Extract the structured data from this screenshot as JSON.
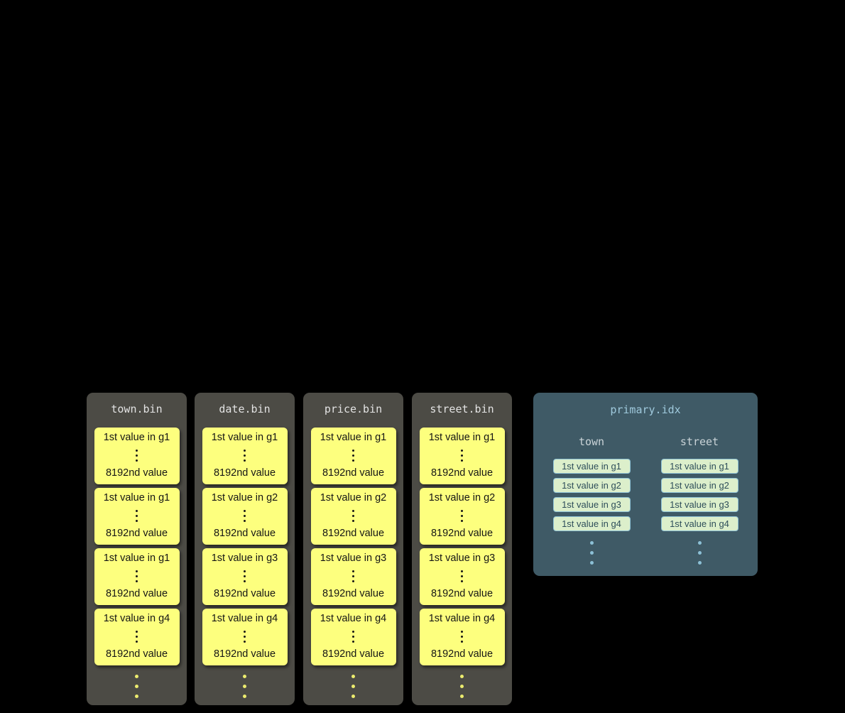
{
  "colors": {
    "page-bg": "#000000",
    "bin-bg": "#4c4b45",
    "bin-title": "#e3e3e3",
    "granule-bg": "#fdff7e",
    "granule-text": "#151515",
    "idx-bg": "#3f5a66",
    "idx-title": "#9fc9dc",
    "idx-col-title": "#c9d3d7",
    "chip-bg": "#dcefcb",
    "chip-border": "#8fc2d6",
    "chip-text": "#2e4e5a",
    "dot-yellow": "#ebeb6e",
    "dot-blue": "#8cc0d6"
  },
  "bins": [
    {
      "title": "town.bin",
      "granules": [
        {
          "first": "1st value in g1",
          "last": "8192nd value"
        },
        {
          "first": "1st value in g1",
          "last": "8192nd value"
        },
        {
          "first": "1st value in g1",
          "last": "8192nd value"
        },
        {
          "first": "1st value in g4",
          "last": "8192nd value"
        }
      ]
    },
    {
      "title": "date.bin",
      "granules": [
        {
          "first": "1st value in g1",
          "last": "8192nd value"
        },
        {
          "first": "1st value in g2",
          "last": "8192nd value"
        },
        {
          "first": "1st value in g3",
          "last": "8192nd value"
        },
        {
          "first": "1st value in g4",
          "last": "8192nd value"
        }
      ]
    },
    {
      "title": "price.bin",
      "granules": [
        {
          "first": "1st value in g1",
          "last": "8192nd value"
        },
        {
          "first": "1st value in g2",
          "last": "8192nd value"
        },
        {
          "first": "1st value in g3",
          "last": "8192nd value"
        },
        {
          "first": "1st value in g4",
          "last": "8192nd value"
        }
      ]
    },
    {
      "title": "street.bin",
      "granules": [
        {
          "first": "1st value in g1",
          "last": "8192nd value"
        },
        {
          "first": "1st value in g2",
          "last": "8192nd value"
        },
        {
          "first": "1st value in g3",
          "last": "8192nd value"
        },
        {
          "first": "1st value in g4",
          "last": "8192nd value"
        }
      ]
    }
  ],
  "index": {
    "title": "primary.idx",
    "columns": [
      {
        "title": "town",
        "entries": [
          "1st value in g1",
          "1st value in g2",
          "1st value in g3",
          "1st value in g4"
        ]
      },
      {
        "title": "street",
        "entries": [
          "1st value in g1",
          "1st value in g2",
          "1st value in g3",
          "1st value in g4"
        ]
      }
    ]
  }
}
